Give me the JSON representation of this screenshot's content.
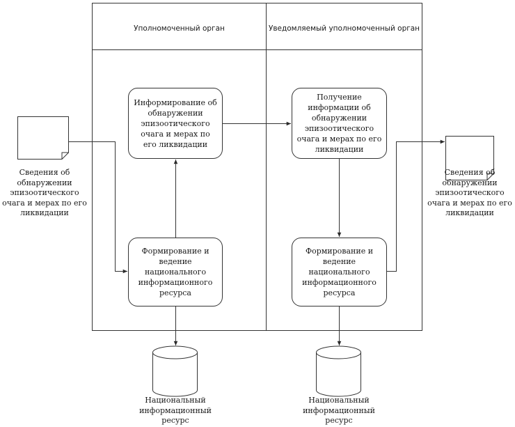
{
  "lanes": {
    "left_title": "Уполномоченный орган",
    "right_title": "Уведомляемый уполномоченный орган"
  },
  "boxes": {
    "inform": "Информирование об обнаружении эпизоотического очага и мерах по его ликвидации",
    "receive": "Получение информации об обнаружении эпизоотического очага и мерах по его ликвидации",
    "form_left": "Формирование и ведение национального информационного ресурса",
    "form_right": "Формирование и ведение национального информационного ресурса"
  },
  "documents": {
    "input_caption": "Сведения об обнаружении эпизоотического очага и мерах по его ликвидации",
    "output_caption": "Сведения об обнаружении эпизоотического очага и мерах по его ликвидации"
  },
  "databases": {
    "left_caption": "Национальный информационный ресурс",
    "right_caption": "Национальный информационный ресурс"
  }
}
